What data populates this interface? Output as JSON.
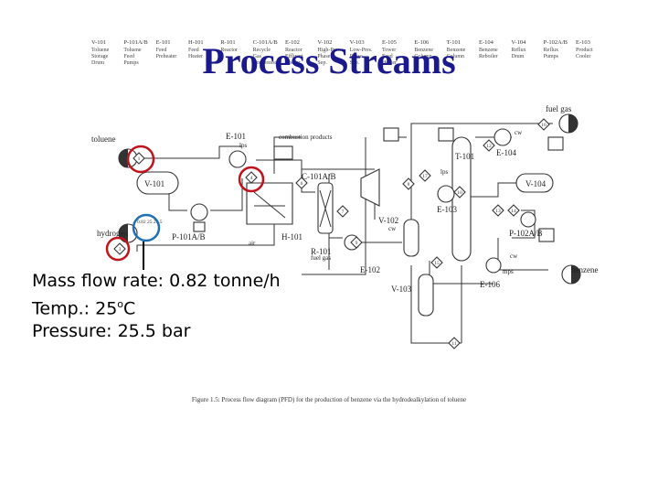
{
  "title": "Process Streams",
  "legend": [
    {
      "abbr": "V-101",
      "desc": "Toluene Storage Drum"
    },
    {
      "abbr": "P-101A/B",
      "desc": "Toluene Feed Pumps"
    },
    {
      "abbr": "E-101",
      "desc": "Feed Preheater"
    },
    {
      "abbr": "H-101",
      "desc": "Feed Heater"
    },
    {
      "abbr": "R-101",
      "desc": "Reactor"
    },
    {
      "abbr": "C-101A/B",
      "desc": "Recycle Gas Compressor"
    },
    {
      "abbr": "E-102",
      "desc": "Reactor Effluent Cooler"
    },
    {
      "abbr": "V-102",
      "desc": "High-Pres. Phase Sep."
    },
    {
      "abbr": "V-103",
      "desc": "Low-Pres. Phase Sep."
    },
    {
      "abbr": "E-105",
      "desc": "Tower Feed Heater"
    },
    {
      "abbr": "E-106",
      "desc": "Benzene Column"
    },
    {
      "abbr": "T-101",
      "desc": "Benzene Column"
    },
    {
      "abbr": "E-104",
      "desc": "Benzene Reboiler"
    },
    {
      "abbr": "V-104",
      "desc": "Reflux Drum"
    },
    {
      "abbr": "P-102A/B",
      "desc": "Reflux Pumps"
    },
    {
      "abbr": "E-103",
      "desc": "Product Cooler"
    }
  ],
  "labels": {
    "toluene": "toluene",
    "hydrogen": "hydrogen",
    "benzene": "benzene",
    "fuel_gas_top": "fuel gas",
    "fuel_gas": "fuel gas",
    "combustion": "combustion products",
    "air": "air",
    "lps": "lps",
    "mps": "mps",
    "cw": "cw",
    "e101": "E-101",
    "v101": "V-101",
    "p101": "P-101A/B",
    "h101": "H-101",
    "r101": "R-101",
    "c101": "C-101A/B",
    "e102": "E-102",
    "v102": "V-102",
    "v103": "V-103",
    "e103": "E-103",
    "e104": "E-104",
    "e106": "E-106",
    "t101": "T-101",
    "v104": "V-104",
    "p102": "P-102A/B",
    "s1": "1",
    "s3": "3",
    "s4": "4",
    "s6": "6",
    "s7": "7",
    "s8": "8",
    "s9": "9",
    "s10": "10",
    "s11": "11",
    "s12": "12",
    "s13": "13",
    "s14": "14",
    "s15": "15",
    "s16": "16",
    "s17": "17",
    "tag_h2": "0.82 25 25.5"
  },
  "info": {
    "mass_flow": "Mass flow rate: 0.82 tonne/h",
    "temp_prefix": "Temp.: 25",
    "temp_sup": "o",
    "temp_unit": "C",
    "pressure": "Pressure: 25.5 bar"
  },
  "caption": "Figure 1.5: Process flow diagram (PFD) for the production of benzene via the hydrodealkylation of toluene",
  "colors": {
    "title": "#1a1a8c",
    "highlight_red": "#c0141c",
    "highlight_blue": "#1f6fb5"
  }
}
